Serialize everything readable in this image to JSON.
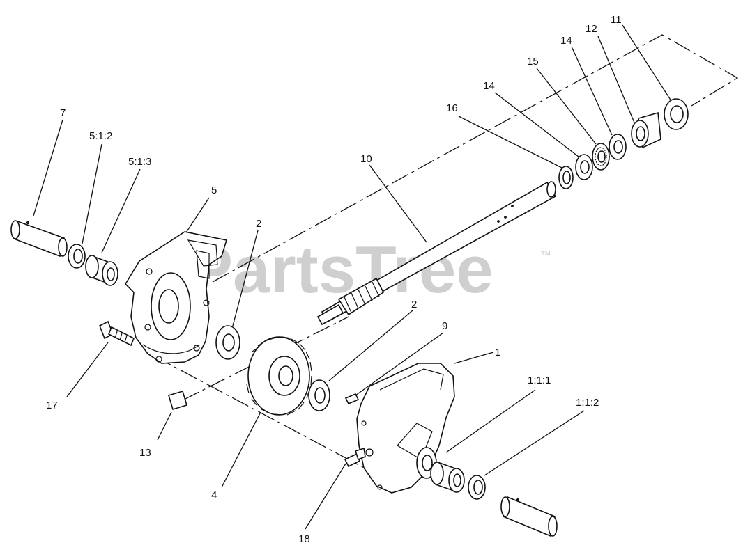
{
  "watermark": {
    "text": "PartsTree",
    "trademark": "™"
  },
  "callouts": {
    "p7": "7",
    "p5_1_2": "5:1:2",
    "p5_1_3": "5:1:3",
    "p5": "5",
    "p2_top": "2",
    "p10": "10",
    "p16": "16",
    "p14_a": "14",
    "p15": "15",
    "p14_b": "14",
    "p12": "12",
    "p11": "11",
    "p2_mid": "2",
    "p9": "9",
    "p1": "1",
    "p1_1_1": "1:1:1",
    "p1_1_2": "1:1:2",
    "p17": "17",
    "p13": "13",
    "p4": "4",
    "p18": "18"
  }
}
